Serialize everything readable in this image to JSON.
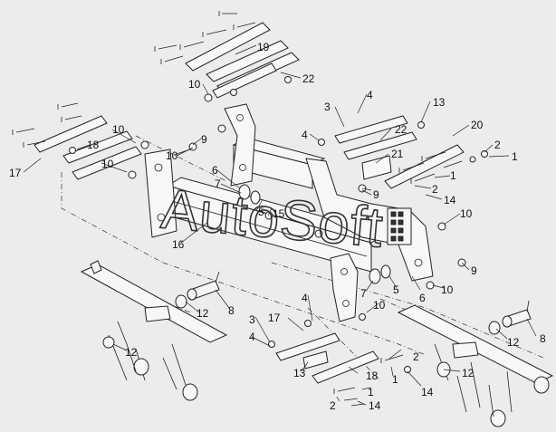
{
  "watermark": "AutoSoft",
  "callouts": [
    {
      "id": "c19",
      "text": "19"
    },
    {
      "id": "c22a",
      "text": "22"
    },
    {
      "id": "c10a",
      "text": "10"
    },
    {
      "id": "c13a",
      "text": "13"
    },
    {
      "id": "c4a",
      "text": "4"
    },
    {
      "id": "c3a",
      "text": "3"
    },
    {
      "id": "c22b",
      "text": "22"
    },
    {
      "id": "c20",
      "text": "20"
    },
    {
      "id": "c4b",
      "text": "4"
    },
    {
      "id": "c2a",
      "text": "2"
    },
    {
      "id": "c1a",
      "text": "1"
    },
    {
      "id": "c21",
      "text": "21"
    },
    {
      "id": "c1b",
      "text": "1"
    },
    {
      "id": "c2b",
      "text": "2"
    },
    {
      "id": "c14a",
      "text": "14"
    },
    {
      "id": "c9a",
      "text": "9"
    },
    {
      "id": "c10b",
      "text": "10"
    },
    {
      "id": "c10c",
      "text": "10"
    },
    {
      "id": "c18a",
      "text": "18"
    },
    {
      "id": "c17a",
      "text": "17"
    },
    {
      "id": "c10d",
      "text": "10"
    },
    {
      "id": "c9b",
      "text": "9"
    },
    {
      "id": "c10e",
      "text": "10"
    },
    {
      "id": "c6a",
      "text": "6"
    },
    {
      "id": "c7a",
      "text": "7"
    },
    {
      "id": "c5a",
      "text": "5"
    },
    {
      "id": "c15",
      "text": "15"
    },
    {
      "id": "c16",
      "text": "16"
    },
    {
      "id": "c9c",
      "text": "9"
    },
    {
      "id": "c7b",
      "text": "7"
    },
    {
      "id": "c5b",
      "text": "5"
    },
    {
      "id": "c6b",
      "text": "6"
    },
    {
      "id": "c10f",
      "text": "10"
    },
    {
      "id": "c10g",
      "text": "10"
    },
    {
      "id": "c8a",
      "text": "8"
    },
    {
      "id": "c12a",
      "text": "12"
    },
    {
      "id": "c12b",
      "text": "12"
    },
    {
      "id": "c4c",
      "text": "4"
    },
    {
      "id": "c3b",
      "text": "3"
    },
    {
      "id": "c17b",
      "text": "17"
    },
    {
      "id": "c4d",
      "text": "4"
    },
    {
      "id": "c13b",
      "text": "13"
    },
    {
      "id": "c18b",
      "text": "18"
    },
    {
      "id": "c2c",
      "text": "2"
    },
    {
      "id": "c1c",
      "text": "1"
    },
    {
      "id": "c14b",
      "text": "14"
    },
    {
      "id": "c1d",
      "text": "1"
    },
    {
      "id": "c2d",
      "text": "2"
    },
    {
      "id": "c14c",
      "text": "14"
    },
    {
      "id": "c12c",
      "text": "12"
    },
    {
      "id": "c12d",
      "text": "12"
    },
    {
      "id": "c8b",
      "text": "8"
    }
  ]
}
